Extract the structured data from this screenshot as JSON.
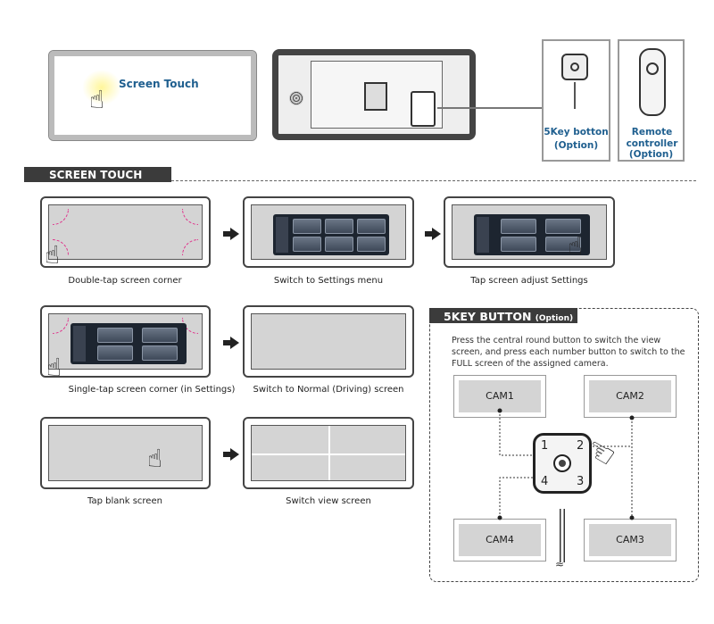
{
  "top": {
    "screen_touch_label": "Screen Touch",
    "fivekey_label": "5Key botton",
    "fivekey_option": "(Option)",
    "remote_label": "Remote controller",
    "remote_option": "(Option)"
  },
  "screen_touch": {
    "header": "SCREEN TOUCH",
    "steps": [
      {
        "caption": "Double-tap screen corner"
      },
      {
        "caption": "Switch to Settings menu"
      },
      {
        "caption": "Tap screen adjust Settings"
      },
      {
        "caption": "Single-tap screen corner (in Settings)"
      },
      {
        "caption": "Switch to Normal (Driving) screen"
      },
      {
        "caption": "Tap blank screen"
      },
      {
        "caption": "Switch view screen"
      }
    ]
  },
  "fivekey": {
    "header": "5KEY BUTTON",
    "header_option": "(Option)",
    "description": "Press the central round button to switch the view screen, and press each number button to switch to the FULL screen of the assigned camera.",
    "cams": [
      "CAM1",
      "CAM2",
      "CAM4",
      "CAM3"
    ],
    "keys": [
      "1",
      "2",
      "4",
      "3"
    ]
  },
  "colors": {
    "accent_blue": "#1f5f8f",
    "header_bg": "#3b3b3b",
    "corner_pink": "#e0308a"
  }
}
